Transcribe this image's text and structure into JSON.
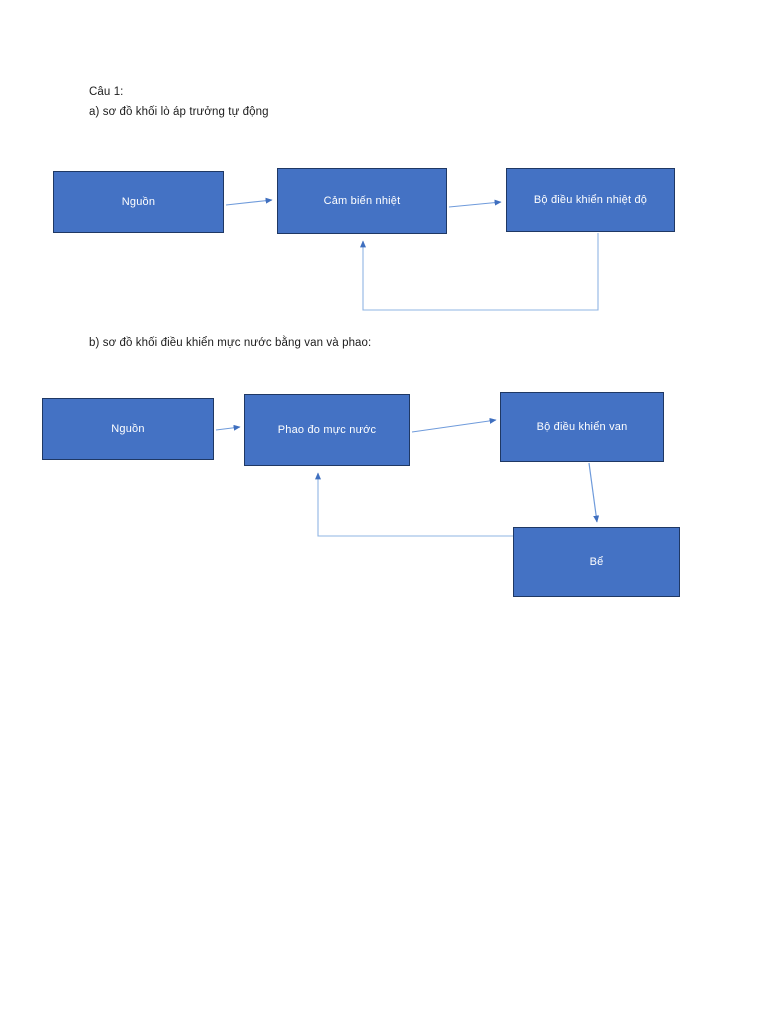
{
  "document": {
    "heading": "Câu 1:",
    "section_a_label": "a) sơ đồ khối lò áp trưởng tự động",
    "section_b_label": "b) sơ đồ khối điều khiển mực nước bằng van và phao:"
  },
  "theme": {
    "node_fill": "#4472C4",
    "node_border": "#1F3864",
    "node_text": "#FFFFFF",
    "connector": "#5B8FD4",
    "page_background": "#FFFFFF",
    "body_text": "#1C1C1C"
  },
  "diagram_a": {
    "name": "so-do-khoi-lo-ap-truong-tu-dong",
    "nodes": [
      {
        "id": "nguon",
        "label": "Nguồn"
      },
      {
        "id": "cam-bien-nhiet",
        "label": "Cảm biến nhiệt"
      },
      {
        "id": "bo-dieu-khien-nhiet-do",
        "label": "Bộ điều khiển nhiệt độ"
      }
    ],
    "connectors": [
      {
        "id": "nguon-to-cam-bien",
        "from": "nguon",
        "to": "cam-bien-nhiet",
        "kind": "arrow-right"
      },
      {
        "id": "cam-bien-to-bo-dieu-khien",
        "from": "cam-bien-nhiet",
        "to": "bo-dieu-khien-nhiet-do",
        "kind": "arrow-right"
      },
      {
        "id": "feedback-loop-a",
        "from": "bo-dieu-khien-nhiet-do",
        "to": "cam-bien-nhiet",
        "kind": "feedback-arrow-up"
      }
    ]
  },
  "diagram_b": {
    "name": "so-do-khoi-dieu-khien-muc-nuoc",
    "nodes": [
      {
        "id": "nguon",
        "label": "Nguồn"
      },
      {
        "id": "phao-do-muc-nuoc",
        "label": "Phao đo mực nước"
      },
      {
        "id": "bo-dieu-khien-van",
        "label": "Bộ điều khiển van"
      },
      {
        "id": "be",
        "label": "Bể"
      }
    ],
    "connectors": [
      {
        "id": "nguon-to-phao",
        "from": "nguon",
        "to": "phao-do-muc-nuoc",
        "kind": "arrow-right"
      },
      {
        "id": "phao-to-bo-dieu-khien-van",
        "from": "phao-do-muc-nuoc",
        "to": "bo-dieu-khien-van",
        "kind": "arrow-right"
      },
      {
        "id": "bo-dieu-khien-van-to-be",
        "from": "bo-dieu-khien-van",
        "to": "be",
        "kind": "arrow-down"
      },
      {
        "id": "feedback-loop-b",
        "from": "be",
        "to": "phao-do-muc-nuoc",
        "kind": "feedback-arrow-up"
      }
    ]
  }
}
